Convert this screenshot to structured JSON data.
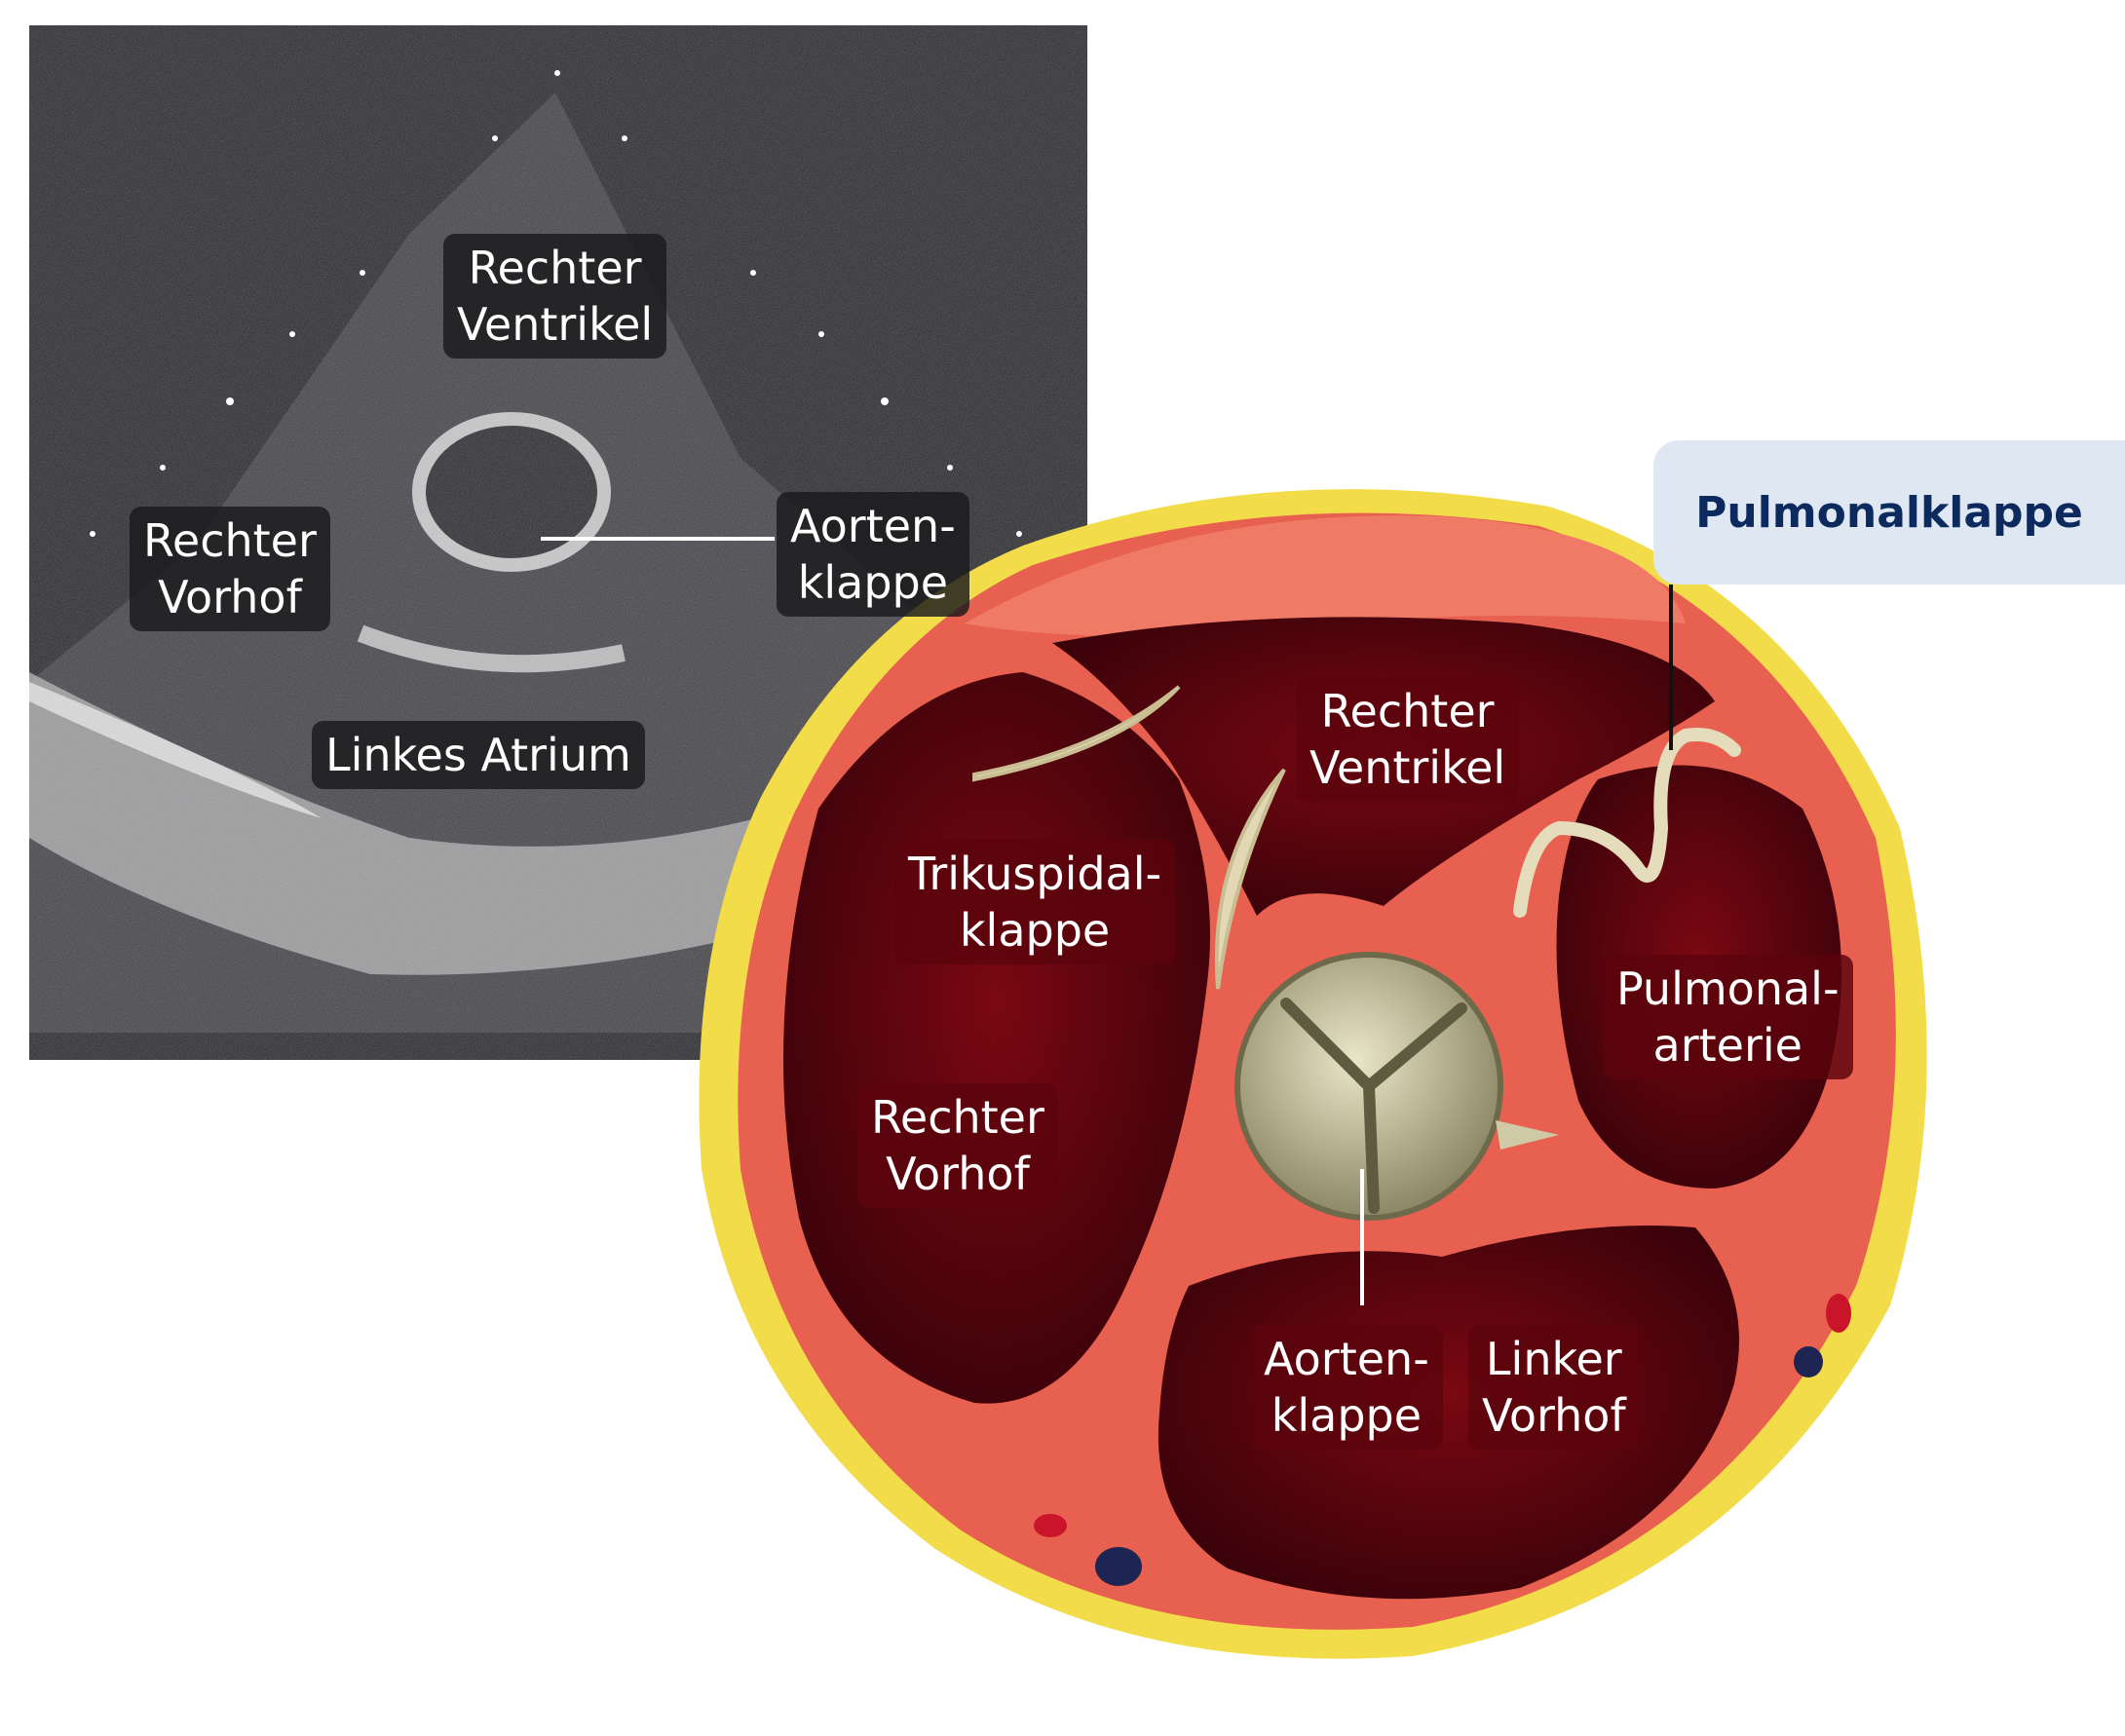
{
  "ultrasound": {
    "labels": {
      "right_ventricle": [
        "Rechter",
        "Ventrikel"
      ],
      "right_atrium": [
        "Rechter",
        "Vorhof"
      ],
      "aortic_valve": [
        "Aorten-",
        "klappe"
      ],
      "left_atrium": [
        "Linkes Atrium"
      ]
    }
  },
  "anatomy": {
    "labels": {
      "right_ventricle": [
        "Rechter",
        "Ventrikel"
      ],
      "tricuspid_valve": [
        "Trikuspidal-",
        "klappe"
      ],
      "right_atrium": [
        "Rechter",
        "Vorhof"
      ],
      "pulmonary_artery": [
        "Pulmonal-",
        "arterie"
      ],
      "aortic_valve": [
        "Aorten-",
        "klappe"
      ],
      "left_atrium": [
        "Linker",
        "Vorhof"
      ]
    }
  },
  "highlight_label": "Pulmonalklappe",
  "colors": {
    "heart_chamber": "#5a0410",
    "myocardium": "#e8604f",
    "fat_layer": "#f2dc4a",
    "highlight_bg": "#dfe7f3",
    "highlight_text": "#0c2a5e"
  }
}
